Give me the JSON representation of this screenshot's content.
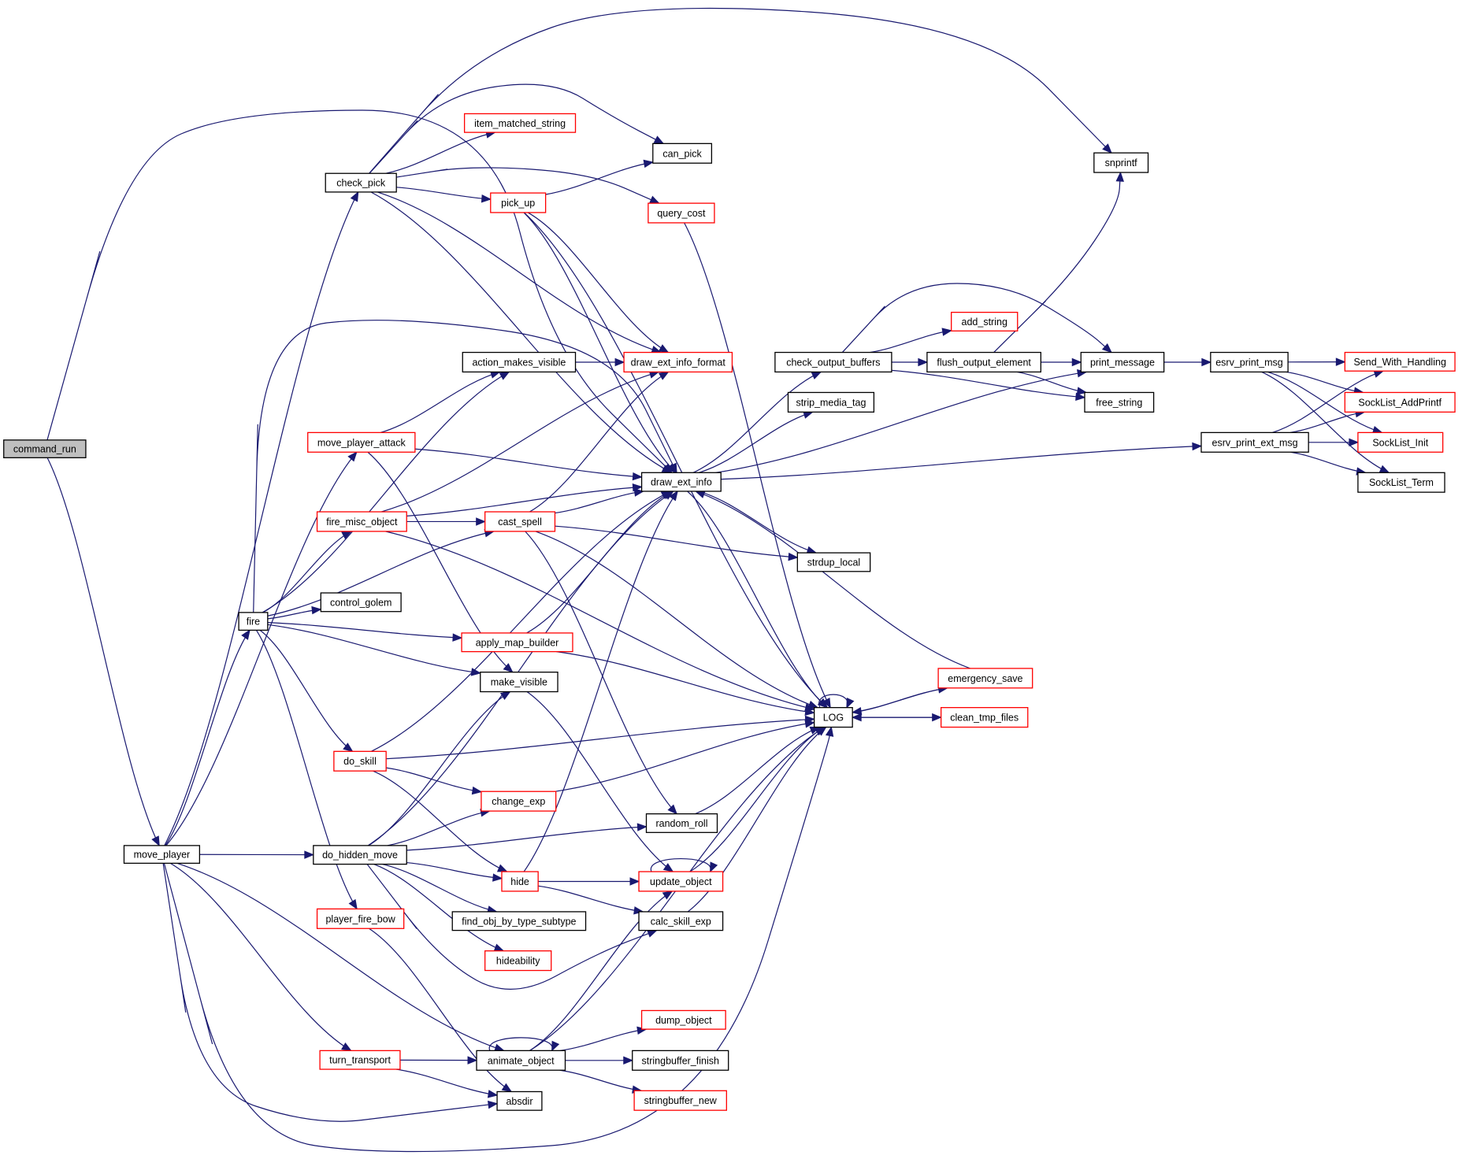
{
  "title": "Call graph of command_run",
  "colors": {
    "edge": "#191970",
    "root_fill": "#bfbfbf",
    "root_border": "#000000",
    "node_border_documented": "#000000",
    "node_border_undocumented": "#ff0000",
    "node_fill": "#ffffff"
  },
  "nodes": [
    {
      "id": "command_run",
      "label": "command_run",
      "style": "root"
    },
    {
      "id": "move_player",
      "label": "move_player",
      "style": "black"
    },
    {
      "id": "check_pick",
      "label": "check_pick",
      "style": "black"
    },
    {
      "id": "fire",
      "label": "fire",
      "style": "black"
    },
    {
      "id": "item_matched_string",
      "label": "item_matched_string",
      "style": "red"
    },
    {
      "id": "can_pick",
      "label": "can_pick",
      "style": "black"
    },
    {
      "id": "pick_up",
      "label": "pick_up",
      "style": "red"
    },
    {
      "id": "query_cost",
      "label": "query_cost",
      "style": "red"
    },
    {
      "id": "action_makes_visible",
      "label": "action_makes_visible",
      "style": "black"
    },
    {
      "id": "draw_ext_info_format",
      "label": "draw_ext_info_format",
      "style": "red"
    },
    {
      "id": "move_player_attack",
      "label": "move_player_attack",
      "style": "red"
    },
    {
      "id": "draw_ext_info",
      "label": "draw_ext_info",
      "style": "black"
    },
    {
      "id": "fire_misc_object",
      "label": "fire_misc_object",
      "style": "red"
    },
    {
      "id": "cast_spell",
      "label": "cast_spell",
      "style": "red"
    },
    {
      "id": "control_golem",
      "label": "control_golem",
      "style": "black"
    },
    {
      "id": "apply_map_builder",
      "label": "apply_map_builder",
      "style": "red"
    },
    {
      "id": "make_visible",
      "label": "make_visible",
      "style": "black"
    },
    {
      "id": "do_skill",
      "label": "do_skill",
      "style": "red"
    },
    {
      "id": "change_exp",
      "label": "change_exp",
      "style": "red"
    },
    {
      "id": "do_hidden_move",
      "label": "do_hidden_move",
      "style": "black"
    },
    {
      "id": "random_roll",
      "label": "random_roll",
      "style": "black"
    },
    {
      "id": "hide",
      "label": "hide",
      "style": "red"
    },
    {
      "id": "update_object",
      "label": "update_object",
      "style": "red"
    },
    {
      "id": "player_fire_bow",
      "label": "player_fire_bow",
      "style": "red"
    },
    {
      "id": "find_obj_by_type_subtype",
      "label": "find_obj_by_type_subtype",
      "style": "black"
    },
    {
      "id": "calc_skill_exp",
      "label": "calc_skill_exp",
      "style": "black"
    },
    {
      "id": "hideability",
      "label": "hideability",
      "style": "red"
    },
    {
      "id": "dump_object",
      "label": "dump_object",
      "style": "red"
    },
    {
      "id": "turn_transport",
      "label": "turn_transport",
      "style": "red"
    },
    {
      "id": "animate_object",
      "label": "animate_object",
      "style": "black"
    },
    {
      "id": "stringbuffer_finish",
      "label": "stringbuffer_finish",
      "style": "black"
    },
    {
      "id": "absdir",
      "label": "absdir",
      "style": "black"
    },
    {
      "id": "stringbuffer_new",
      "label": "stringbuffer_new",
      "style": "red"
    },
    {
      "id": "check_output_buffers",
      "label": "check_output_buffers",
      "style": "black"
    },
    {
      "id": "add_string",
      "label": "add_string",
      "style": "red"
    },
    {
      "id": "flush_output_element",
      "label": "flush_output_element",
      "style": "black"
    },
    {
      "id": "print_message",
      "label": "print_message",
      "style": "black"
    },
    {
      "id": "free_string",
      "label": "free_string",
      "style": "black"
    },
    {
      "id": "strip_media_tag",
      "label": "strip_media_tag",
      "style": "black"
    },
    {
      "id": "strdup_local",
      "label": "strdup_local",
      "style": "black"
    },
    {
      "id": "LOG",
      "label": "LOG",
      "style": "black"
    },
    {
      "id": "emergency_save",
      "label": "emergency_save",
      "style": "red"
    },
    {
      "id": "clean_tmp_files",
      "label": "clean_tmp_files",
      "style": "red"
    },
    {
      "id": "snprintf",
      "label": "snprintf",
      "style": "black"
    },
    {
      "id": "esrv_print_msg",
      "label": "esrv_print_msg",
      "style": "black"
    },
    {
      "id": "esrv_print_ext_msg",
      "label": "esrv_print_ext_msg",
      "style": "black"
    },
    {
      "id": "Send_With_Handling",
      "label": "Send_With_Handling",
      "style": "red"
    },
    {
      "id": "SockList_AddPrintf",
      "label": "SockList_AddPrintf",
      "style": "red"
    },
    {
      "id": "SockList_Init",
      "label": "SockList_Init",
      "style": "red"
    },
    {
      "id": "SockList_Term",
      "label": "SockList_Term",
      "style": "black"
    }
  ],
  "edges": [
    [
      "command_run",
      "move_player"
    ],
    [
      "command_run",
      "draw_ext_info"
    ],
    [
      "move_player",
      "check_pick"
    ],
    [
      "move_player",
      "fire"
    ],
    [
      "move_player",
      "move_player_attack"
    ],
    [
      "move_player",
      "do_hidden_move"
    ],
    [
      "move_player",
      "turn_transport"
    ],
    [
      "move_player",
      "animate_object"
    ],
    [
      "move_player",
      "absdir"
    ],
    [
      "move_player",
      "LOG"
    ],
    [
      "check_pick",
      "item_matched_string"
    ],
    [
      "check_pick",
      "can_pick"
    ],
    [
      "check_pick",
      "pick_up"
    ],
    [
      "check_pick",
      "query_cost"
    ],
    [
      "check_pick",
      "draw_ext_info_format"
    ],
    [
      "check_pick",
      "draw_ext_info"
    ],
    [
      "check_pick",
      "snprintf"
    ],
    [
      "pick_up",
      "can_pick"
    ],
    [
      "pick_up",
      "draw_ext_info_format"
    ],
    [
      "pick_up",
      "draw_ext_info"
    ],
    [
      "pick_up",
      "LOG"
    ],
    [
      "query_cost",
      "LOG"
    ],
    [
      "fire",
      "action_makes_visible"
    ],
    [
      "fire",
      "draw_ext_info"
    ],
    [
      "fire",
      "fire_misc_object"
    ],
    [
      "fire",
      "cast_spell"
    ],
    [
      "fire",
      "control_golem"
    ],
    [
      "fire",
      "apply_map_builder"
    ],
    [
      "fire",
      "make_visible"
    ],
    [
      "fire",
      "do_skill"
    ],
    [
      "fire",
      "player_fire_bow"
    ],
    [
      "action_makes_visible",
      "draw_ext_info_format"
    ],
    [
      "move_player_attack",
      "action_makes_visible"
    ],
    [
      "move_player_attack",
      "draw_ext_info"
    ],
    [
      "move_player_attack",
      "make_visible"
    ],
    [
      "fire_misc_object",
      "draw_ext_info_format"
    ],
    [
      "fire_misc_object",
      "draw_ext_info"
    ],
    [
      "fire_misc_object",
      "cast_spell"
    ],
    [
      "fire_misc_object",
      "LOG"
    ],
    [
      "cast_spell",
      "draw_ext_info_format"
    ],
    [
      "cast_spell",
      "draw_ext_info"
    ],
    [
      "cast_spell",
      "strdup_local"
    ],
    [
      "cast_spell",
      "LOG"
    ],
    [
      "cast_spell",
      "random_roll"
    ],
    [
      "apply_map_builder",
      "draw_ext_info"
    ],
    [
      "apply_map_builder",
      "LOG"
    ],
    [
      "make_visible",
      "update_object"
    ],
    [
      "do_skill",
      "draw_ext_info"
    ],
    [
      "do_skill",
      "LOG"
    ],
    [
      "do_skill",
      "change_exp"
    ],
    [
      "do_skill",
      "hide"
    ],
    [
      "change_exp",
      "LOG"
    ],
    [
      "do_hidden_move",
      "make_visible"
    ],
    [
      "do_hidden_move",
      "draw_ext_info"
    ],
    [
      "do_hidden_move",
      "change_exp"
    ],
    [
      "do_hidden_move",
      "random_roll"
    ],
    [
      "do_hidden_move",
      "hide"
    ],
    [
      "do_hidden_move",
      "find_obj_by_type_subtype"
    ],
    [
      "do_hidden_move",
      "hideability"
    ],
    [
      "do_hidden_move",
      "calc_skill_exp"
    ],
    [
      "random_roll",
      "LOG"
    ],
    [
      "hide",
      "draw_ext_info"
    ],
    [
      "hide",
      "update_object"
    ],
    [
      "hide",
      "calc_skill_exp"
    ],
    [
      "update_object",
      "update_object"
    ],
    [
      "update_object",
      "LOG"
    ],
    [
      "calc_skill_exp",
      "LOG"
    ],
    [
      "player_fire_bow",
      "absdir"
    ],
    [
      "turn_transport",
      "animate_object"
    ],
    [
      "turn_transport",
      "absdir"
    ],
    [
      "animate_object",
      "animate_object"
    ],
    [
      "animate_object",
      "update_object"
    ],
    [
      "animate_object",
      "LOG"
    ],
    [
      "animate_object",
      "dump_object"
    ],
    [
      "animate_object",
      "stringbuffer_finish"
    ],
    [
      "animate_object",
      "stringbuffer_new"
    ],
    [
      "draw_ext_info",
      "check_output_buffers"
    ],
    [
      "draw_ext_info",
      "strip_media_tag"
    ],
    [
      "draw_ext_info",
      "print_message"
    ],
    [
      "draw_ext_info",
      "esrv_print_ext_msg"
    ],
    [
      "draw_ext_info",
      "strdup_local"
    ],
    [
      "draw_ext_info",
      "LOG"
    ],
    [
      "check_output_buffers",
      "add_string"
    ],
    [
      "check_output_buffers",
      "flush_output_element"
    ],
    [
      "check_output_buffers",
      "print_message"
    ],
    [
      "check_output_buffers",
      "free_string"
    ],
    [
      "flush_output_element",
      "print_message"
    ],
    [
      "flush_output_element",
      "free_string"
    ],
    [
      "flush_output_element",
      "snprintf"
    ],
    [
      "print_message",
      "esrv_print_msg"
    ],
    [
      "esrv_print_msg",
      "Send_With_Handling"
    ],
    [
      "esrv_print_msg",
      "SockList_AddPrintf"
    ],
    [
      "esrv_print_msg",
      "SockList_Init"
    ],
    [
      "esrv_print_msg",
      "SockList_Term"
    ],
    [
      "esrv_print_ext_msg",
      "Send_With_Handling"
    ],
    [
      "esrv_print_ext_msg",
      "SockList_AddPrintf"
    ],
    [
      "esrv_print_ext_msg",
      "SockList_Init"
    ],
    [
      "esrv_print_ext_msg",
      "SockList_Term"
    ],
    [
      "LOG",
      "LOG"
    ],
    [
      "LOG",
      "emergency_save"
    ],
    [
      "LOG",
      "clean_tmp_files"
    ],
    [
      "emergency_save",
      "LOG"
    ],
    [
      "emergency_save",
      "draw_ext_info"
    ],
    [
      "clean_tmp_files",
      "LOG"
    ]
  ]
}
